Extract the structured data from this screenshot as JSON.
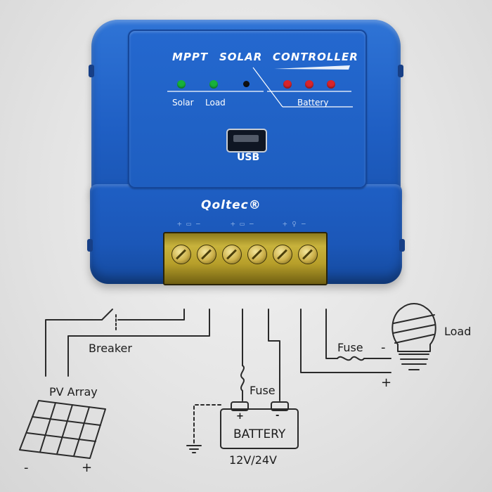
{
  "device": {
    "panel": {
      "title_mppt": "MPPT",
      "title_solar": "SOLAR",
      "title_controller": "CONTROLLER",
      "led_labels": {
        "solar": "Solar",
        "load": "Load",
        "battery": "Battery"
      },
      "usb_label": "USB"
    },
    "brand": "Qoltec®",
    "leds": [
      {
        "name": "solar-led",
        "color": "#17b13a"
      },
      {
        "name": "load-led",
        "color": "#17b13a"
      },
      {
        "name": "status-led",
        "color": "#111111"
      },
      {
        "name": "battery-led-1",
        "color": "#d8242a"
      },
      {
        "name": "battery-led-2",
        "color": "#d8242a"
      },
      {
        "name": "battery-led-3",
        "color": "#d8242a"
      }
    ],
    "colors": {
      "body": "#1f5fc4",
      "terminal": "#c8b33c"
    }
  },
  "diagram": {
    "breaker_label": "Breaker",
    "pv_array_label": "PV Array",
    "pv_minus": "-",
    "pv_plus": "+",
    "fuse_battery_label": "Fuse",
    "fuse_load_label": "Fuse",
    "battery_label": "BATTERY",
    "battery_voltage": "12V/24V",
    "battery_plus": "+",
    "battery_minus": "-",
    "load_label": "Load",
    "load_minus": "-",
    "load_plus": "+"
  }
}
